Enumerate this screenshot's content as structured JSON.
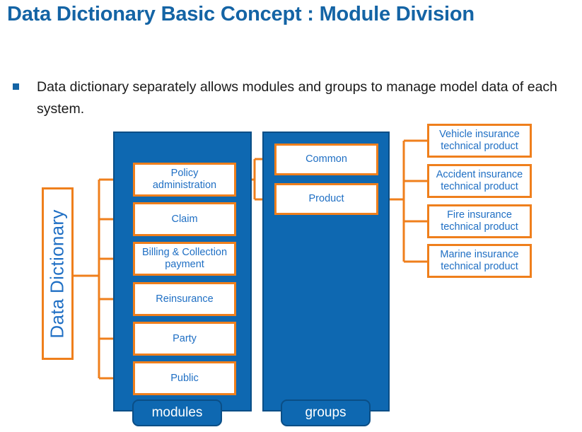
{
  "slide": {
    "title": "Data Dictionary Basic Concept : Module Division",
    "bullet": "Data dictionary separately allows modules and groups to manage model data of each system."
  },
  "diagram": {
    "root": {
      "label": "Data Dictionary"
    },
    "panels": [
      {
        "key": "modules",
        "pill_label": "modules"
      },
      {
        "key": "groups",
        "pill_label": "groups"
      }
    ],
    "modules": [
      {
        "label": "Policy administration"
      },
      {
        "label": "Claim"
      },
      {
        "label": "Billing & Collection payment"
      },
      {
        "label": "Reinsurance"
      },
      {
        "label": "Party"
      },
      {
        "label": "Public"
      }
    ],
    "groups": [
      {
        "label": "Common"
      },
      {
        "label": "Product"
      }
    ],
    "products": [
      {
        "label": "Vehicle insurance technical product"
      },
      {
        "label": "Accident insurance technical product"
      },
      {
        "label": "Fire insurance technical product"
      },
      {
        "label": "Marine insurance technical product"
      }
    ]
  },
  "colors": {
    "title_blue": "#1464A5",
    "panel_blue": "#0E68B1",
    "panel_border_blue": "#0A4E86",
    "accent_orange": "#EF7F1C",
    "box_text_blue": "#1F6FC4",
    "pill_text": "#FFFFFF",
    "body_text": "#1A1A1A"
  }
}
